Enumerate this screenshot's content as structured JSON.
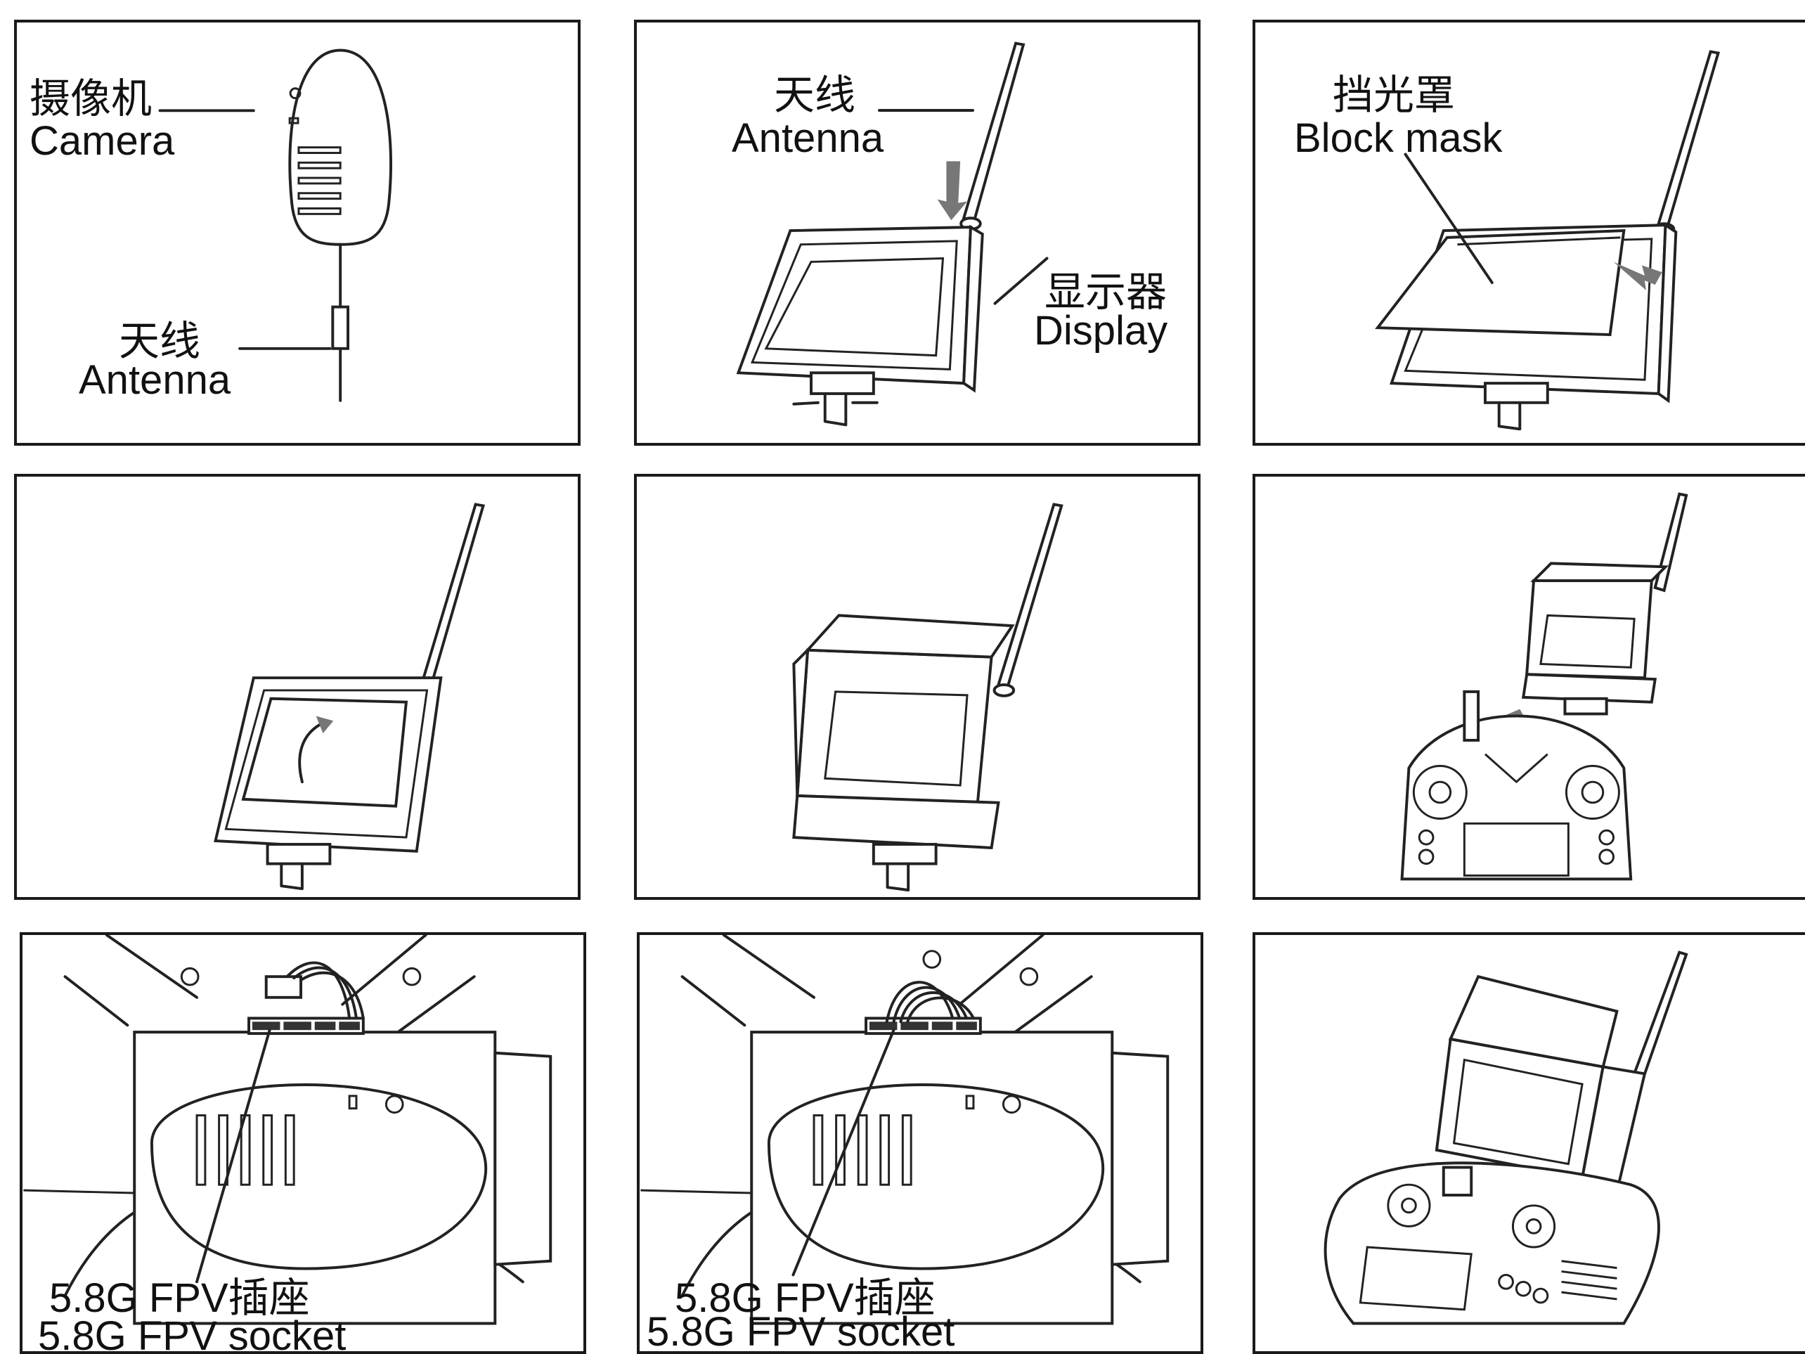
{
  "panels": [
    {
      "id": "camera",
      "labels": [
        {
          "cn": "摄像机",
          "en": "Camera"
        },
        {
          "cn": "天线",
          "en": "Antenna"
        }
      ]
    },
    {
      "id": "display",
      "labels": [
        {
          "cn": "天线",
          "en": "Antenna"
        },
        {
          "cn": "显示器",
          "en": "Display"
        }
      ]
    },
    {
      "id": "block-mask",
      "labels": [
        {
          "cn": "挡光罩",
          "en": "Block mask"
        }
      ]
    },
    {
      "id": "fold-mask",
      "labels": []
    },
    {
      "id": "mask-open",
      "labels": []
    },
    {
      "id": "mount-to-transmitter",
      "labels": []
    },
    {
      "id": "socket-left",
      "labels": [
        {
          "cn": "5.8G FPV插座",
          "en": "5.8G FPV socket"
        }
      ]
    },
    {
      "id": "socket-right",
      "labels": [
        {
          "cn": "5.8G FPV插座",
          "en": "5.8G FPV socket"
        }
      ]
    },
    {
      "id": "assembled",
      "labels": []
    }
  ]
}
